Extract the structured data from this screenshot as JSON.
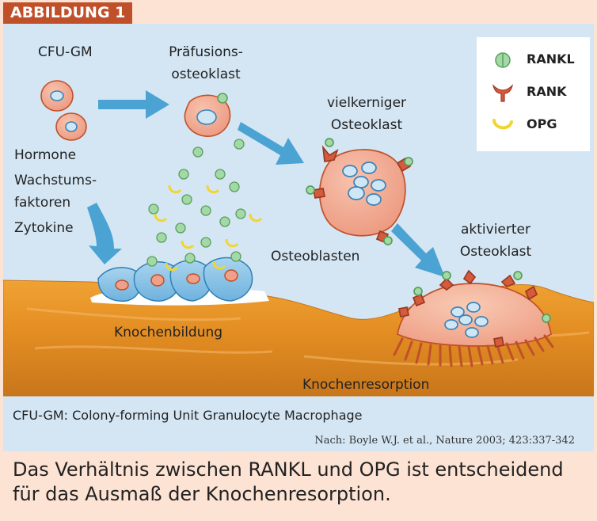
{
  "title": "ABBILDUNG 1",
  "labels": {
    "cfu_gm": "CFU-GM",
    "praefusion_1": "Präfusions-",
    "praefusion_2": "osteoklast",
    "vielkerniger_1": "vielkerniger",
    "vielkerniger_2": "Osteoklast",
    "hormone": "Hormone",
    "wachstum_1": "Wachstums-",
    "wachstum_2": "faktoren",
    "zytokine": "Zytokine",
    "osteoblasten": "Osteoblasten",
    "aktivierter_1": "aktivierter",
    "aktivierter_2": "Osteoklast",
    "knochenbildung": "Knochenbildung",
    "knochenresorption": "Knochenresorption"
  },
  "legend": [
    {
      "label": "RANKL",
      "icon": "rankl-icon"
    },
    {
      "label": "RANK",
      "icon": "rank-icon"
    },
    {
      "label": "OPG",
      "icon": "opg-icon"
    }
  ],
  "caption": "CFU-GM: Colony-forming Unit Granulocyte Macrophage",
  "source": "Nach: Boyle W.J. et al., Nature 2003; 423:337-342",
  "summary": "Das Verhältnis zwischen RANKL und OPG ist entscheidend für das Ausmaß der Knochenresorption.",
  "colors": {
    "badge": "#c0502a",
    "panel": "#d4e6f4",
    "cell_fill": "#f2a890",
    "cell_stroke": "#c0502a",
    "nucleus": "#cfe6f4",
    "arrow": "#4aa3d3",
    "bone": "#e8962a",
    "rankl": "#a3d9a6",
    "rank": "#d65a3c",
    "opg": "#f2d531"
  }
}
